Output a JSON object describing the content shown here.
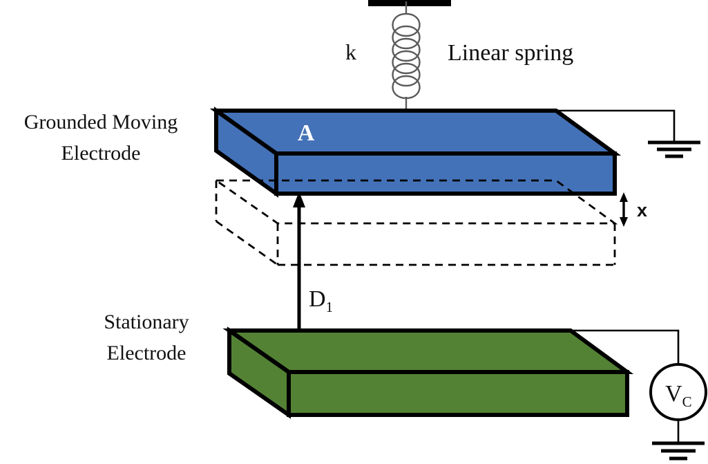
{
  "figure": {
    "title": "Variable parallel-plate capacitor with linear spring",
    "background_color": "#ffffff"
  },
  "labels": {
    "spring_constant": "k",
    "spring_name": "Linear spring",
    "moving_electrode_line1": "Grounded Moving",
    "moving_electrode_line2": "Electrode",
    "stationary_electrode_line1": "Stationary",
    "stationary_electrode_line2": "Electrode",
    "plate_area": "A",
    "gap_symbol": "D",
    "gap_subscript": "1",
    "displacement": "x",
    "source_symbol": "V",
    "source_subscript": "C"
  },
  "elements": {
    "fixed_support": "fixed-support-bar",
    "spring": "helical-spring",
    "moving_plate": "blue-moving-electrode",
    "stationary_plate": "green-stationary-electrode",
    "ghost_plate": "dashed-undeflected-outline",
    "ground_top": "ground-symbol",
    "ground_bottom": "ground-symbol",
    "voltage_source": "circle-voltage-source",
    "gap_dimension": "double-headed-arrow",
    "displacement_dimension": "double-headed-arrow"
  },
  "colors": {
    "moving_electrode_top": "#4472b8",
    "moving_electrode_front": "#4472b8",
    "moving_electrode_side": "#4472b8",
    "stationary_electrode_top": "#548235",
    "stationary_electrode_front": "#548235",
    "stationary_electrode_side": "#548235",
    "outline": "#000000",
    "spring": "#5a5a5a",
    "text": "#111111",
    "area_label": "#ffffff"
  },
  "geometry": {
    "moving_plate_gap_label": "D1",
    "displacement_label": "x",
    "spring_coils": 6
  }
}
